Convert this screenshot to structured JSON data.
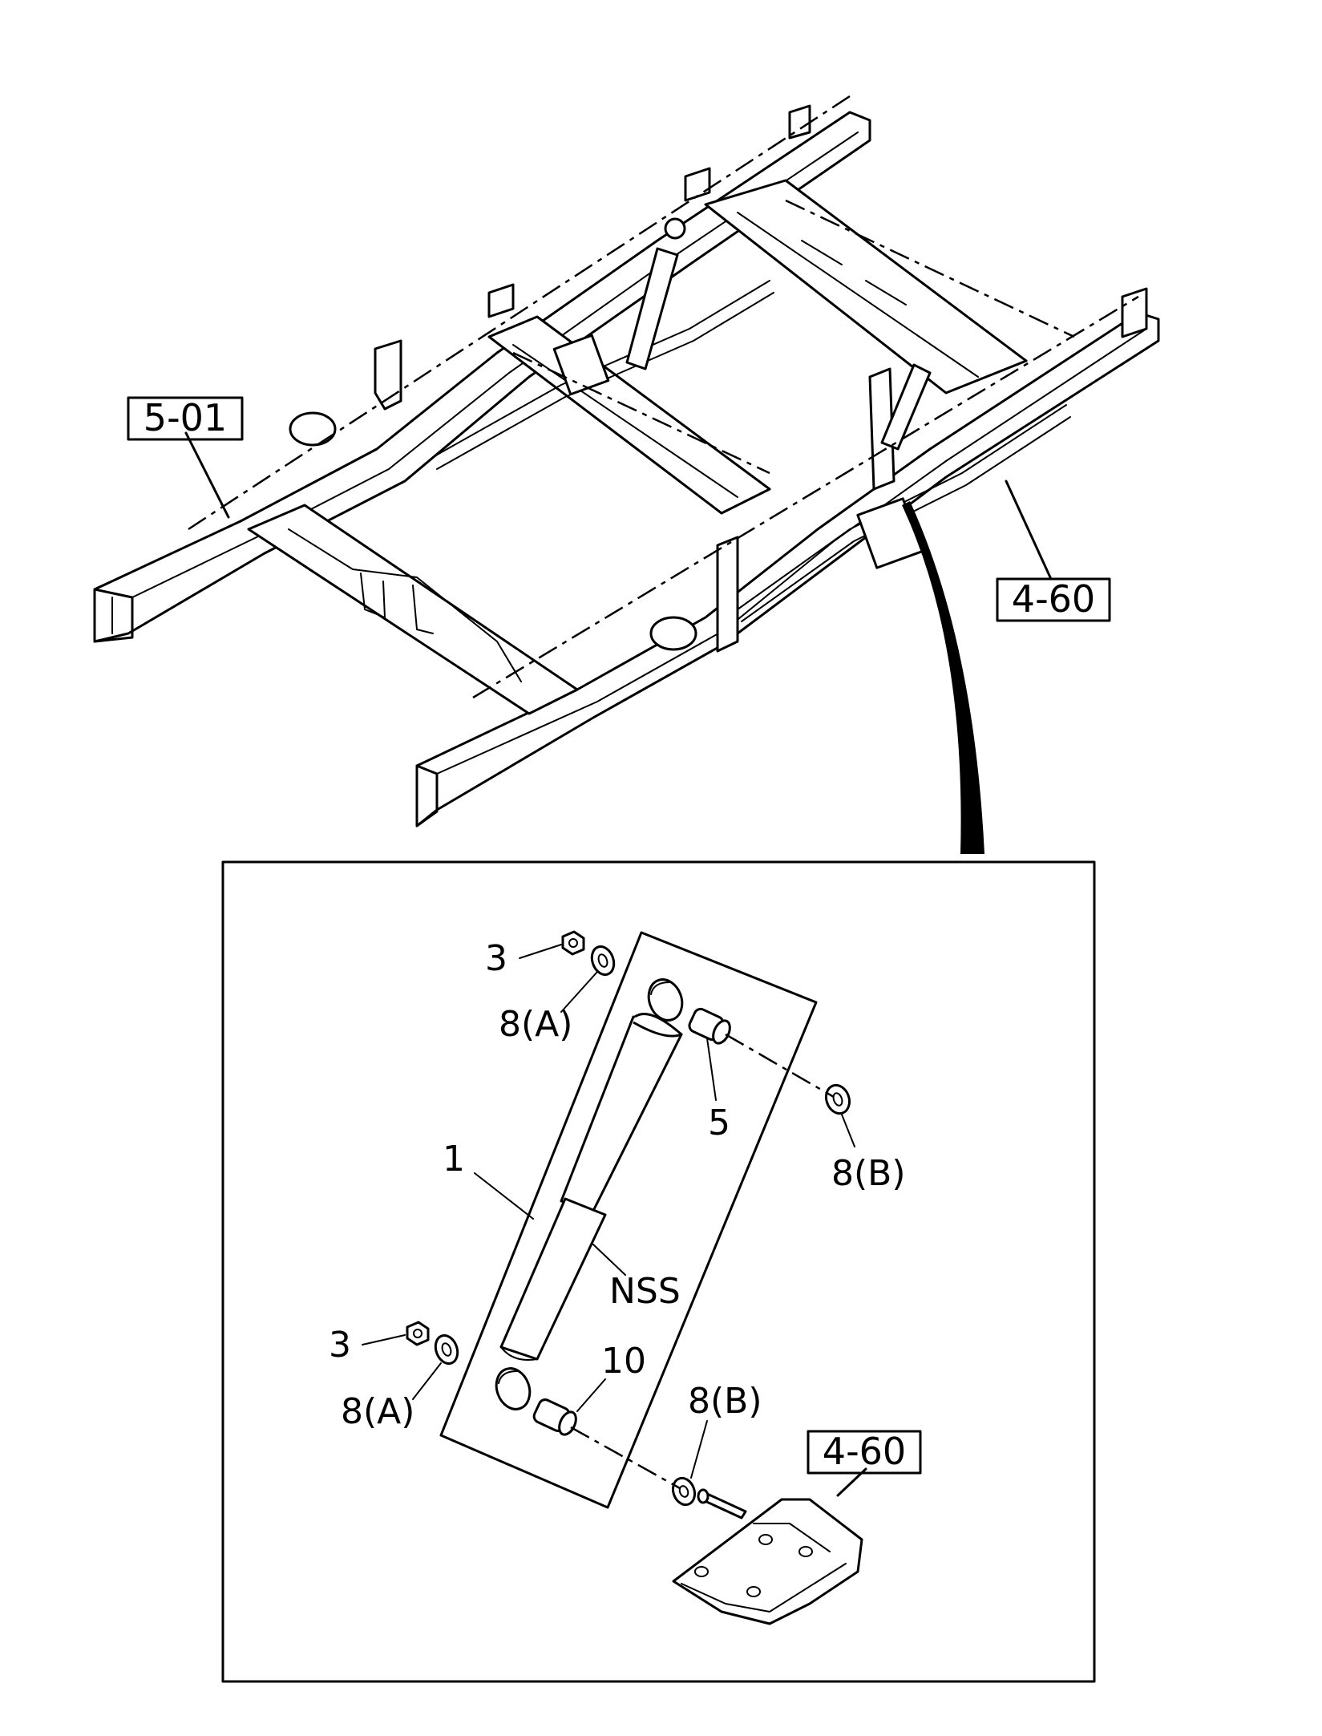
{
  "references": {
    "frame": "5-01",
    "spring_top": "4-60",
    "spring_bottom": "4-60"
  },
  "callouts": {
    "shock_absorber": "1",
    "nut_top": "3",
    "nut_bottom": "3",
    "bushing_top": "5",
    "bushing_bottom": "10",
    "washer_a_top": "8(A)",
    "washer_a_bottom": "8(A)",
    "washer_b_top": "8(B)",
    "washer_b_bottom": "8(B)",
    "not_serviced": "NSS"
  }
}
